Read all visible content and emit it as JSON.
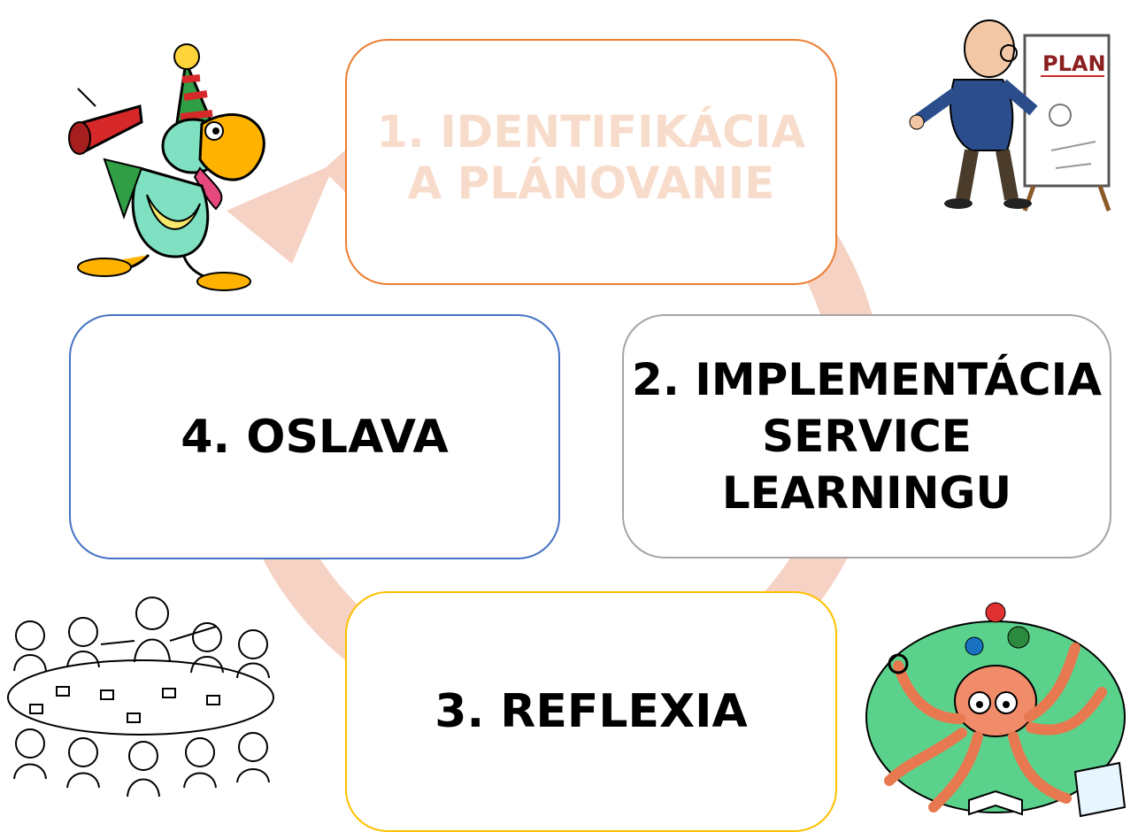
{
  "diagram": {
    "cycle_color": "#f6d2c4",
    "steps": [
      {
        "label_line1": "1. IDENTIFIKÁCIA",
        "label_line2": "A PLÁNOVANIE",
        "border_color": "#ed7d31",
        "text_color": "#f8dccb"
      },
      {
        "label_line1": "2. IMPLEMENTÁCIA",
        "label_line2": "SERVICE",
        "label_line3": "LEARNINGU",
        "border_color": "#a5a5a5"
      },
      {
        "label_line1": "3. REFLEXIA",
        "border_color": "#ffc000"
      },
      {
        "label_line1": "4. OSLAVA",
        "border_color": "#4472c4"
      }
    ]
  },
  "illustrations": {
    "plan_sign_text": "PLAN",
    "top_left": "party-bird-illustration",
    "top_right": "planning-man-illustration",
    "bottom_left": "discussion-group-illustration",
    "bottom_right": "multitasking-octopus-illustration"
  }
}
